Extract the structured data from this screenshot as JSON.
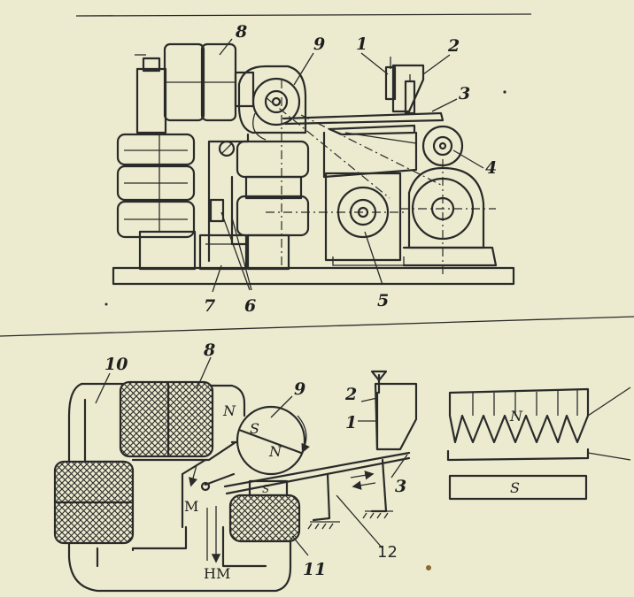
{
  "top_labels": {
    "l1": "1",
    "l2": "2",
    "l3": "3",
    "l4": "4",
    "l5": "5",
    "l6": "6",
    "l7": "7",
    "l8": "8",
    "l9": "9"
  },
  "bottom_labels": {
    "l1": "1",
    "l2": "2",
    "l3": "3",
    "l8": "8",
    "l9": "9",
    "l10": "10",
    "l11": "11",
    "l12": "12"
  },
  "poles": {
    "n_yoke": "N",
    "s_drum": "S",
    "n_drum": "N",
    "n_teeth": "N",
    "s_bar": "S",
    "s_block": "S"
  },
  "fractions": {
    "magnetic": "M",
    "nonmagnetic": "HM"
  }
}
